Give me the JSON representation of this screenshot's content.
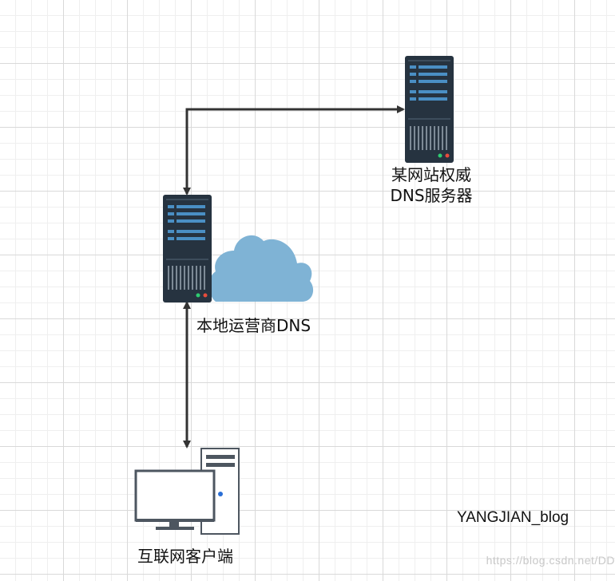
{
  "nodes": {
    "authoritative_dns": {
      "line1": "某网站权威",
      "line2": "DNS服务器"
    },
    "local_dns": {
      "label": "本地运营商DNS"
    },
    "client": {
      "label": "互联网客户端"
    }
  },
  "author_tag": "YANGJIAN_blog",
  "watermark": "https://blog.csdn.net/DD",
  "colors": {
    "server_body": "#263340",
    "server_slot": "#4a8fc4",
    "cloud": "#7fb3d5",
    "connector": "#333333",
    "led_green": "#2ecc71",
    "led_red": "#e74c3c",
    "pc_status_led": "#2a6fd6"
  },
  "icons": [
    "server-icon",
    "cloud-icon",
    "desktop-pc-icon",
    "arrow-icon"
  ]
}
